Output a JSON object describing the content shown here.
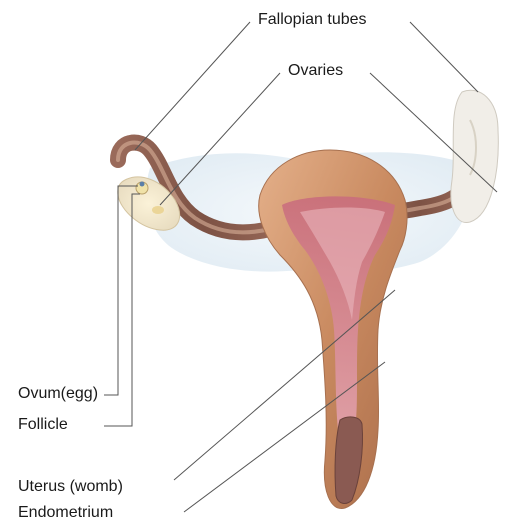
{
  "labels": {
    "fallopian_tubes": "Fallopian tubes",
    "ovaries": "Ovaries",
    "ovum": "Ovum(egg)",
    "follicle": "Follicle",
    "uterus": "Uterus (womb)",
    "endometrium": "Endometrium"
  },
  "colors": {
    "leader_line": "#555555",
    "tissue_muscle": "#c98a60",
    "tissue_lining": "#d9808e",
    "cervix_dark": "#8a5a52",
    "membrane": "#d8e6f0"
  }
}
